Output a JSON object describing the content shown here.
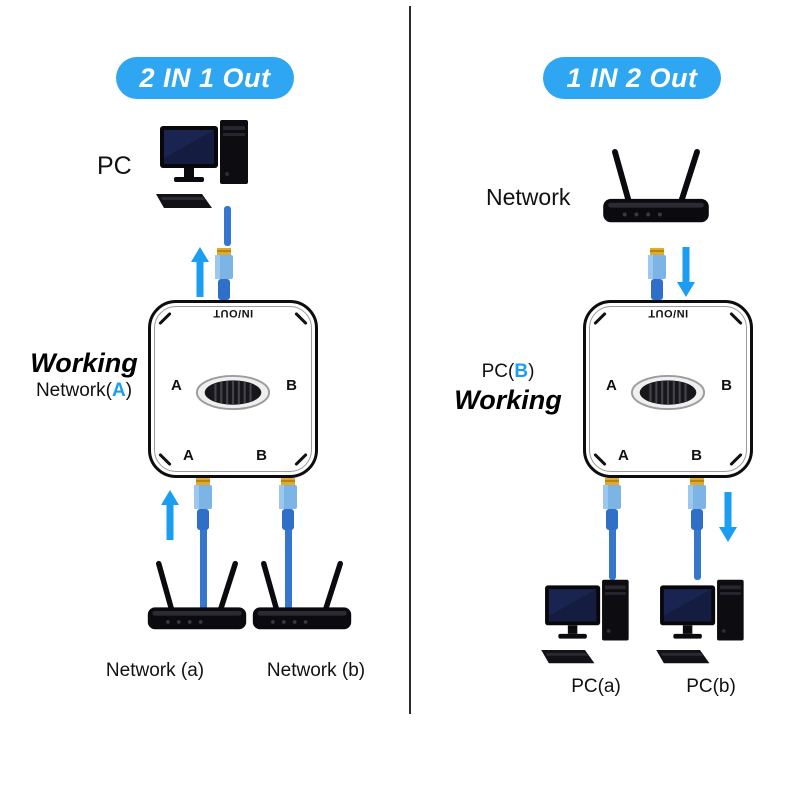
{
  "colors": {
    "badge_bg": "#2ea6f2",
    "accent": "#1c9ef0",
    "cable": "#3577cf",
    "text": "#111111"
  },
  "switch_box": {
    "top_port_label": "IN/OUT",
    "mid_left": "A",
    "mid_right": "B",
    "bottom_left": "A",
    "bottom_right": "B"
  },
  "left_panel": {
    "badge": "2 IN 1 Out",
    "top_device_label": "PC",
    "status_line1": "Working",
    "status_line2_prefix": "Network(",
    "status_line2_accent": "A",
    "status_line2_suffix": ")",
    "bottom_label_a": "Network (a)",
    "bottom_label_b": "Network (b)"
  },
  "right_panel": {
    "badge": "1 IN 2 Out",
    "top_device_label": "Network",
    "status_line1_prefix": "PC(",
    "status_line1_accent": "B",
    "status_line1_suffix": ")",
    "status_line2": "Working",
    "bottom_label_a": "PC(a)",
    "bottom_label_b": "PC(b)"
  }
}
